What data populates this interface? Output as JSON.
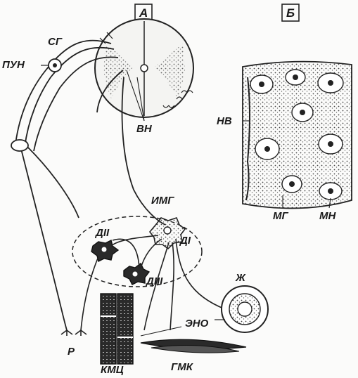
{
  "panels": {
    "a": "А",
    "b": "Б"
  },
  "labels": {
    "sg": "СГ",
    "pun": "ПУН",
    "vn": "ВН",
    "img": "ИМГ",
    "d1": "ДI",
    "d2": "ДII",
    "d3": "ДIII",
    "zh": "Ж",
    "eno": "ЭНО",
    "r": "Р",
    "kmc": "КМЦ",
    "gmk": "ГМК",
    "nv": "НВ",
    "mg": "МГ",
    "mn": "МН"
  }
}
